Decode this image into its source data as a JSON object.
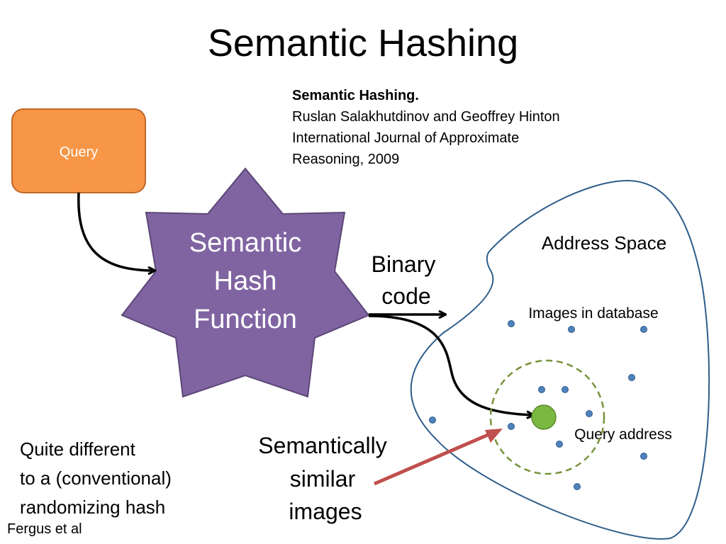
{
  "slide": {
    "title": "Semantic Hashing",
    "reference": {
      "title": "Semantic Hashing.",
      "authors": "Ruslan Salakhutdinov and Geoffrey Hinton",
      "journal_line1": "International Journal of Approximate",
      "journal_line2": "Reasoning, 2009"
    },
    "query_box": {
      "label": "Query",
      "fill": "#f79646",
      "stroke": "#c0662a"
    },
    "hash_star": {
      "line1": "Semantic",
      "line2": "Hash",
      "line3": "Function",
      "fill": "#8064a2",
      "stroke": "#5c4776"
    },
    "binary_code": {
      "line1": "Binary",
      "line2": "code"
    },
    "address_space": {
      "label": "Address Space",
      "images_label": "Images in database",
      "query_address_label": "Query address",
      "outline_color": "#2e5d8a",
      "dot_color": "#4f81bd",
      "query_dot_color": "#7ab842",
      "neighborhood_color": "#77933c"
    },
    "similar_images": {
      "line1": "Semantically",
      "line2": "similar",
      "line3": "images",
      "arrow_color": "#c0504d"
    },
    "note": {
      "line1": "Quite different",
      "line2": "to a (conventional)",
      "line3": "randomizing hash"
    },
    "credit": "Fergus et al"
  }
}
